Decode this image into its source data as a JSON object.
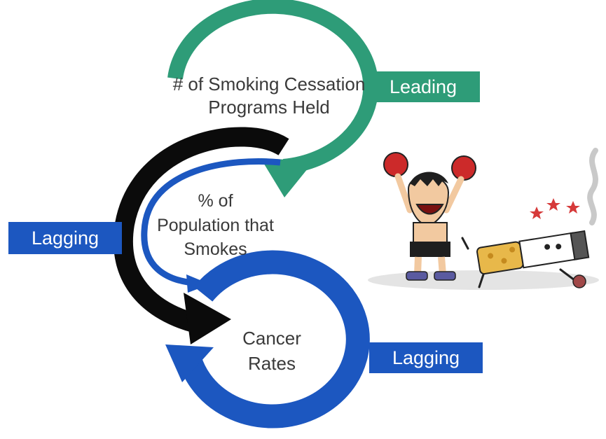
{
  "colors": {
    "leading": "#2e9c78",
    "lagging": "#1c57c0",
    "arrow_dark": "#0b0b0b",
    "text": "#3a3a3a"
  },
  "nodes": [
    {
      "id": "smoking-cessation",
      "lines": [
        "# of Smoking Cessation",
        "Programs Held"
      ],
      "tag": "Leading"
    },
    {
      "id": "population-smokes",
      "lines": [
        "% of",
        "Population that",
        "Smokes"
      ],
      "tag": "Lagging"
    },
    {
      "id": "cancer-rates",
      "lines": [
        "Cancer",
        "Rates"
      ],
      "tag": "Lagging"
    }
  ],
  "illustration": {
    "icon": "boxer-defeating-cigarette-illustration"
  }
}
